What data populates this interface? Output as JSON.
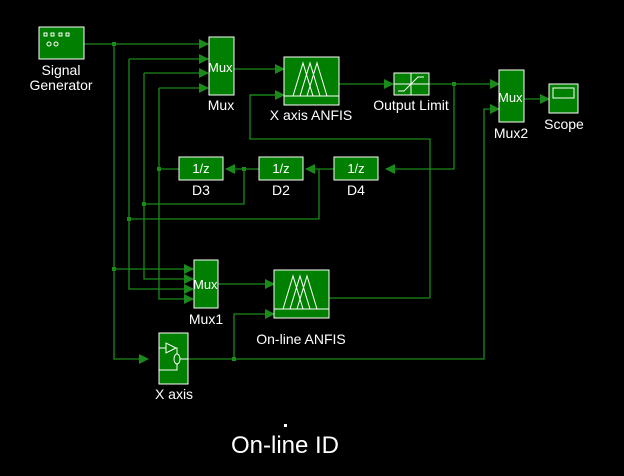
{
  "model": {
    "title": "On-line ID",
    "colors": {
      "background": "#000000",
      "block_fill": "#007f00",
      "block_border": "#ffffff",
      "wire": "#1a8a1a",
      "text": "#ffffff"
    }
  },
  "blocks": {
    "signal_generator": {
      "label_line1": "Signal",
      "label_line2": "Generator",
      "icon": "signal-generator-icon"
    },
    "mux": {
      "label": "Mux",
      "inner_text": "Mux"
    },
    "x_axis_anfis": {
      "label": "X axis ANFIS",
      "icon": "anfis-membership-icon"
    },
    "output_limit": {
      "label": "Output Limit",
      "icon": "saturation-icon"
    },
    "mux2": {
      "label": "Mux2",
      "inner_text": "Mux"
    },
    "scope": {
      "label": "Scope",
      "icon": "scope-icon"
    },
    "d3": {
      "label": "D3",
      "inner_text": "1/z"
    },
    "d2": {
      "label": "D2",
      "inner_text": "1/z"
    },
    "d4": {
      "label": "D4",
      "inner_text": "1/z"
    },
    "mux1": {
      "label": "Mux1",
      "inner_text": "Mux"
    },
    "online_anfis": {
      "label": "On-line ANFIS",
      "icon": "anfis-membership-icon"
    },
    "x_axis": {
      "label": "X axis",
      "icon": "plant-subsystem-icon"
    }
  }
}
